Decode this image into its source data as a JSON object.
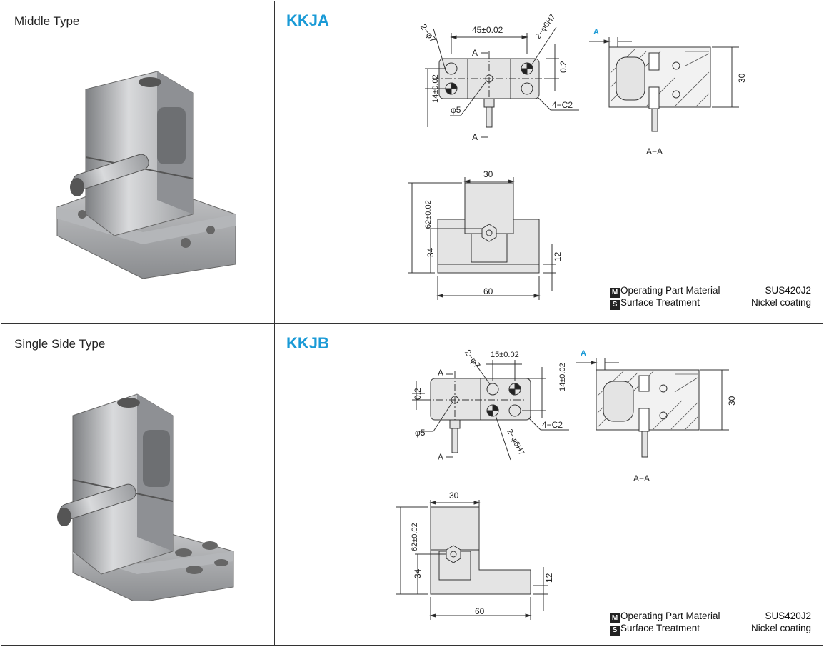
{
  "rows": [
    {
      "type_label": "Middle Type",
      "model": "KKJA",
      "dims": {
        "top_width": "45±0.02",
        "hole_a": "2−φ7",
        "hole_b": "2−φ6H7",
        "offset": "0.2",
        "height_left": "14±0.02",
        "pin": "φ5",
        "chamfer": "4−C2",
        "section_a_top": "A",
        "section_a_bottom": "A",
        "section_mark": "A",
        "section_height": "30",
        "section_label": "A−A",
        "front_width": "30",
        "front_height": "62±0.02",
        "front_mid": "34",
        "front_base": "12",
        "front_bottom": "60"
      },
      "spec": {
        "material_badge": "M",
        "material_label": "Operating Part Material",
        "material_value": "SUS420J2",
        "surface_badge": "S",
        "surface_label": "Surface Treatment",
        "surface_value": "Nickel coating"
      }
    },
    {
      "type_label": "Single Side Type",
      "model": "KKJB",
      "dims": {
        "top_width": "15±0.02",
        "hole_a": "2−φ7",
        "hole_b": "2−φ6H7",
        "offset": "0.2",
        "height_right": "14±0.02",
        "pin": "φ5",
        "chamfer": "4−C2",
        "section_a_top": "A",
        "section_a_bottom": "A",
        "section_mark": "A",
        "section_height": "30",
        "section_label": "A−A",
        "front_width": "30",
        "front_height": "62±0.02",
        "front_mid": "34",
        "front_base": "12",
        "front_bottom": "60"
      },
      "spec": {
        "material_badge": "M",
        "material_label": "Operating Part Material",
        "material_value": "SUS420J2",
        "surface_badge": "S",
        "surface_label": "Surface Treatment",
        "surface_value": "Nickel coating"
      }
    }
  ],
  "colors": {
    "model": "#1a9ad6",
    "section_mark": "#1a9ad6",
    "part_fill": "#e4e4e4"
  }
}
